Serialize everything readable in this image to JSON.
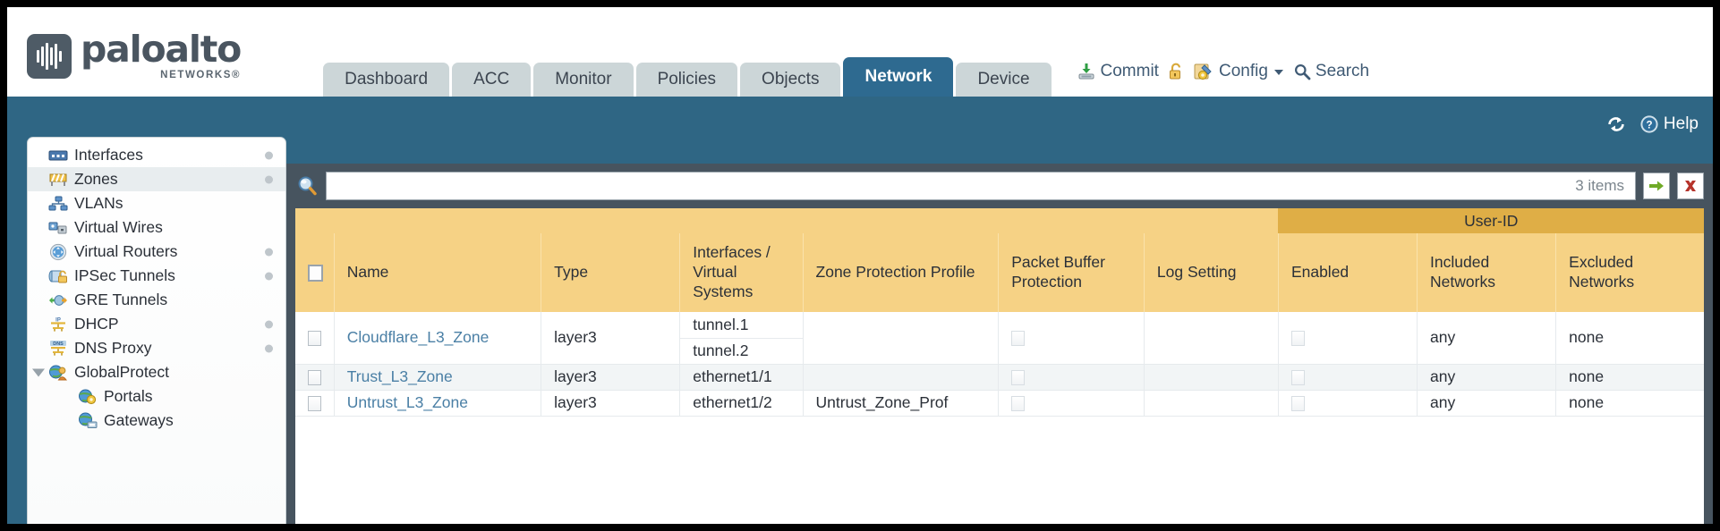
{
  "brand": {
    "name": "paloalto",
    "sub": "NETWORKS®"
  },
  "nav": {
    "tabs": [
      {
        "label": "Dashboard",
        "active": false
      },
      {
        "label": "ACC",
        "active": false
      },
      {
        "label": "Monitor",
        "active": false
      },
      {
        "label": "Policies",
        "active": false
      },
      {
        "label": "Objects",
        "active": false
      },
      {
        "label": "Network",
        "active": true
      },
      {
        "label": "Device",
        "active": false
      }
    ]
  },
  "top_actions": {
    "commit": "Commit",
    "config": "Config",
    "search": "Search"
  },
  "helpbar": {
    "help": "Help"
  },
  "sidebar": {
    "items": [
      {
        "label": "Interfaces",
        "icon": "interfaces-icon",
        "dot": true,
        "selected": false,
        "child": false,
        "caret": false
      },
      {
        "label": "Zones",
        "icon": "zones-icon",
        "dot": true,
        "selected": true,
        "child": false,
        "caret": false
      },
      {
        "label": "VLANs",
        "icon": "vlans-icon",
        "dot": false,
        "selected": false,
        "child": false,
        "caret": false
      },
      {
        "label": "Virtual Wires",
        "icon": "virtual-wires-icon",
        "dot": false,
        "selected": false,
        "child": false,
        "caret": false
      },
      {
        "label": "Virtual Routers",
        "icon": "virtual-routers-icon",
        "dot": true,
        "selected": false,
        "child": false,
        "caret": false
      },
      {
        "label": "IPSec Tunnels",
        "icon": "ipsec-tunnels-icon",
        "dot": true,
        "selected": false,
        "child": false,
        "caret": false
      },
      {
        "label": "GRE Tunnels",
        "icon": "gre-tunnels-icon",
        "dot": false,
        "selected": false,
        "child": false,
        "caret": false
      },
      {
        "label": "DHCP",
        "icon": "dhcp-icon",
        "dot": true,
        "selected": false,
        "child": false,
        "caret": false
      },
      {
        "label": "DNS Proxy",
        "icon": "dns-proxy-icon",
        "dot": true,
        "selected": false,
        "child": false,
        "caret": false
      },
      {
        "label": "GlobalProtect",
        "icon": "globalprotect-icon",
        "dot": false,
        "selected": false,
        "child": false,
        "caret": true
      },
      {
        "label": "Portals",
        "icon": "portals-icon",
        "dot": false,
        "selected": false,
        "child": true,
        "caret": false
      },
      {
        "label": "Gateways",
        "icon": "gateways-icon",
        "dot": false,
        "selected": false,
        "child": true,
        "caret": false
      }
    ]
  },
  "search": {
    "value": "",
    "placeholder": "",
    "item_count": "3 items"
  },
  "table": {
    "group_header": "User-ID",
    "columns": [
      "Name",
      "Type",
      "Interfaces / Virtual Systems",
      "Zone Protection Profile",
      "Packet Buffer Protection",
      "Log Setting",
      "Enabled",
      "Included Networks",
      "Excluded Networks"
    ],
    "rows": [
      {
        "name": "Cloudflare_L3_Zone",
        "type": "layer3",
        "interfaces": [
          "tunnel.1",
          "tunnel.2"
        ],
        "zone_protection_profile": "",
        "packet_buffer_protection": false,
        "log_setting": "",
        "enabled": false,
        "included_networks": "any",
        "excluded_networks": "none"
      },
      {
        "name": "Trust_L3_Zone",
        "type": "layer3",
        "interfaces": [
          "ethernet1/1"
        ],
        "zone_protection_profile": "",
        "packet_buffer_protection": false,
        "log_setting": "",
        "enabled": false,
        "included_networks": "any",
        "excluded_networks": "none"
      },
      {
        "name": "Untrust_L3_Zone",
        "type": "layer3",
        "interfaces": [
          "ethernet1/2"
        ],
        "zone_protection_profile": "Untrust_Zone_Prof",
        "packet_buffer_protection": false,
        "log_setting": "",
        "enabled": false,
        "included_networks": "any",
        "excluded_networks": "none"
      }
    ]
  },
  "colors": {
    "brand_blue": "#2f6684",
    "active_tab": "#2e6a90",
    "header_yellow": "#f6d285",
    "group_yellow": "#dfae46",
    "link_blue": "#4a7fa5",
    "panel_gray": "#47545f"
  }
}
